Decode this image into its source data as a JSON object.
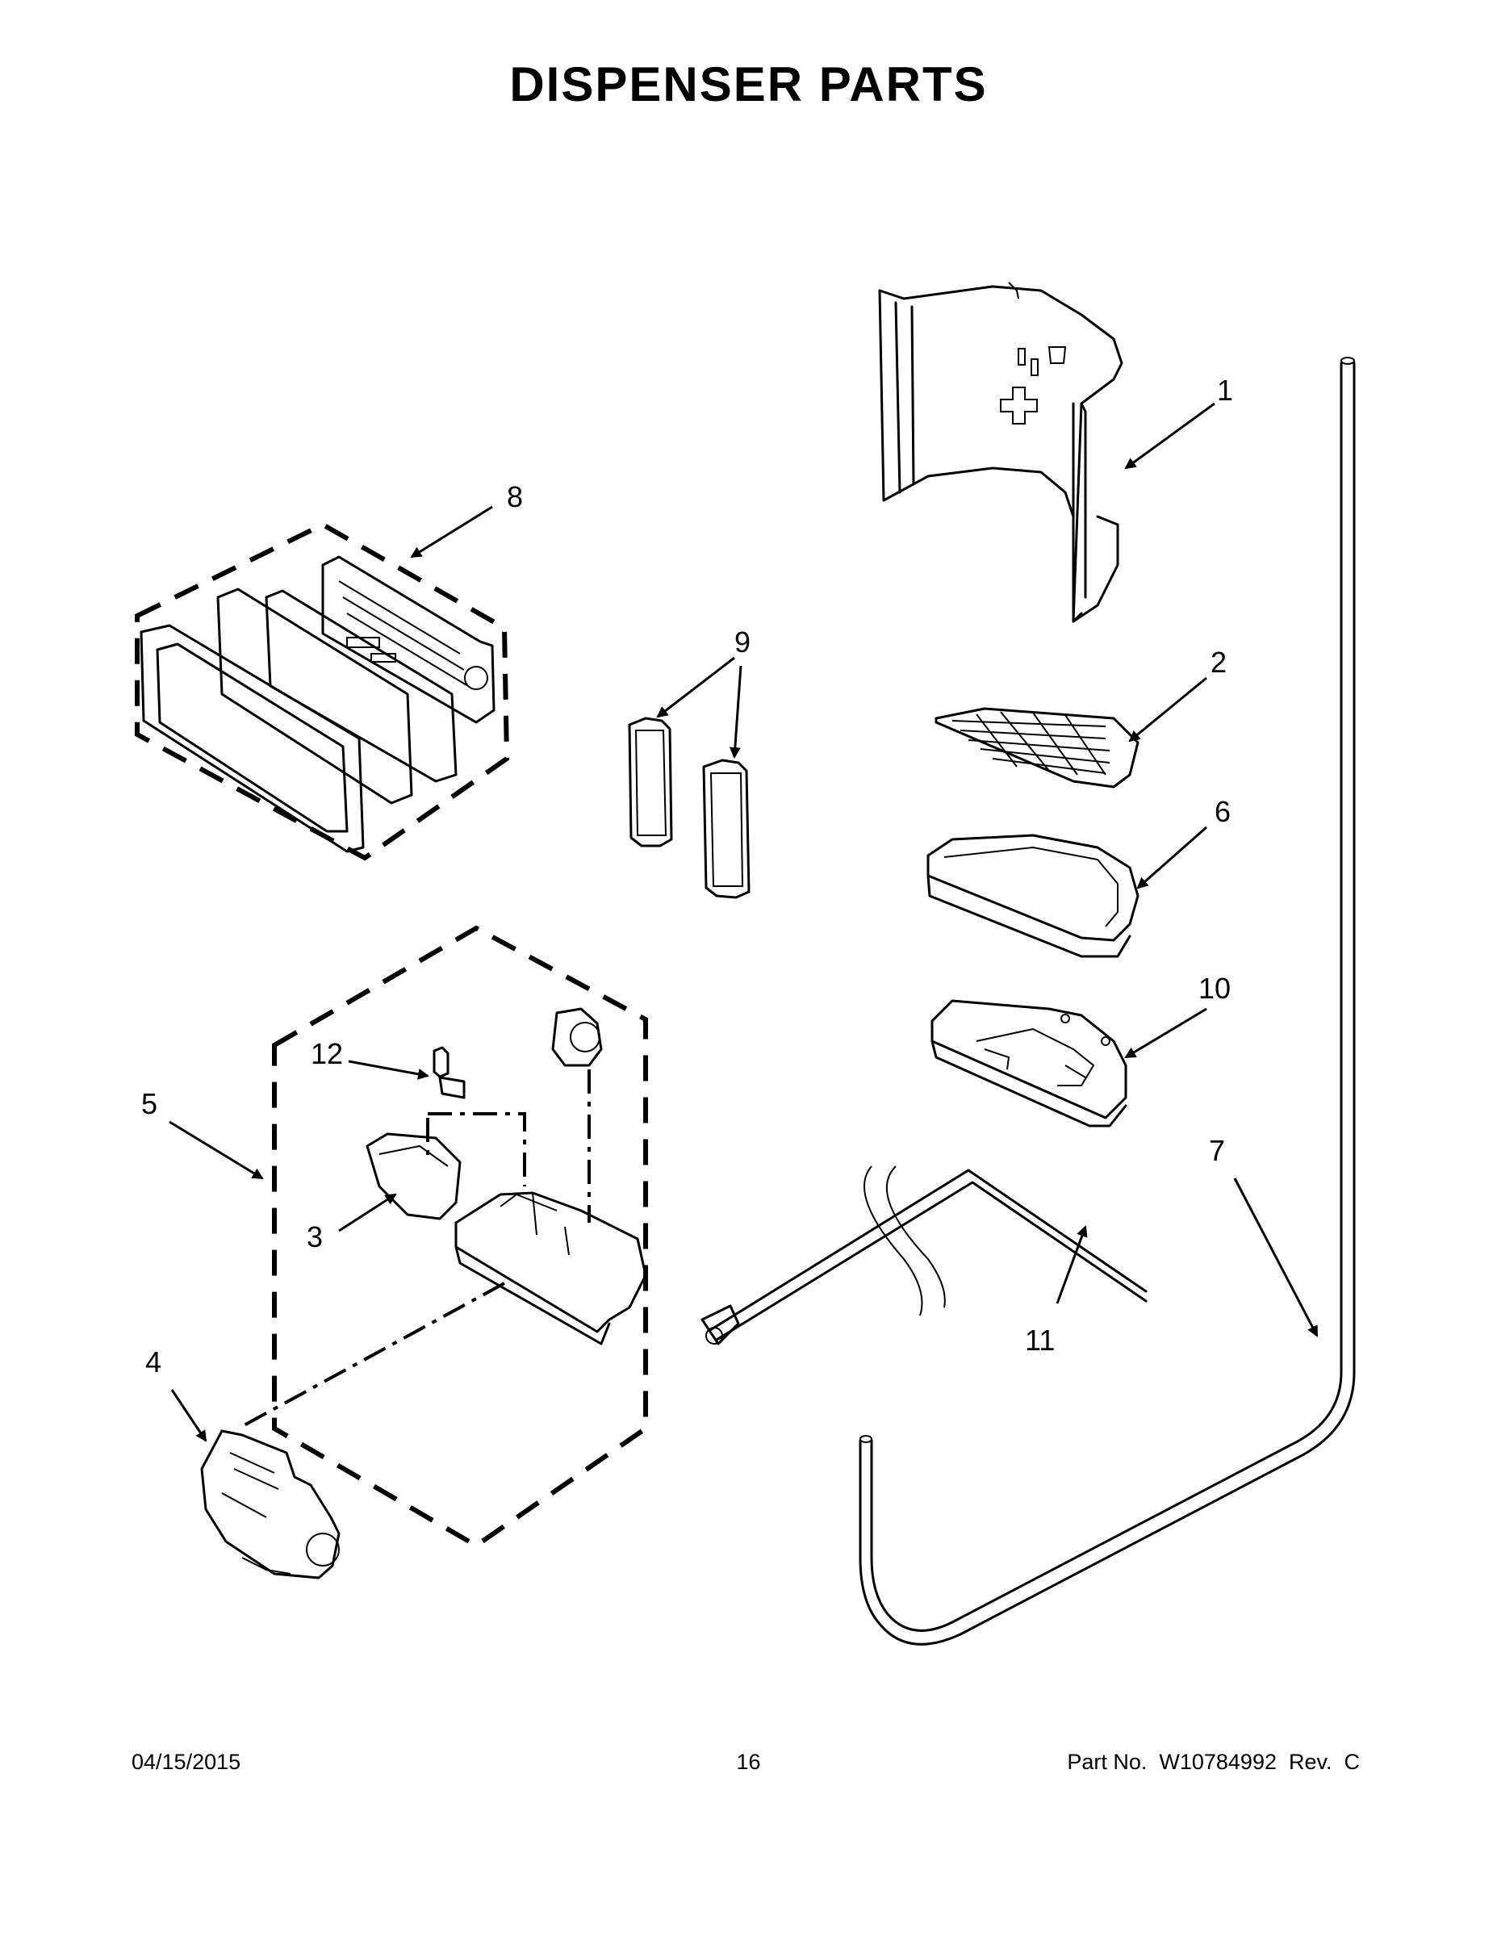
{
  "title": "DISPENSER PARTS",
  "callouts": [
    "1",
    "2",
    "3",
    "4",
    "5",
    "6",
    "7",
    "8",
    "9",
    "10",
    "11",
    "12"
  ],
  "footer": {
    "date": "04/15/2015",
    "page": "16",
    "part_no": "Part No.  W10784992  Rev.  C"
  }
}
